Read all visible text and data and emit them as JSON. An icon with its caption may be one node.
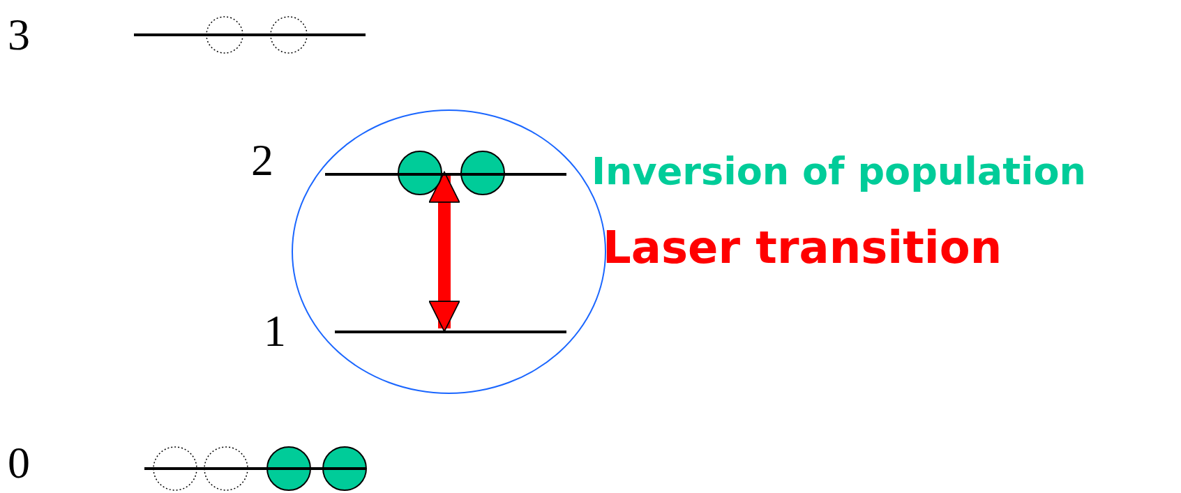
{
  "diagram": {
    "nodes": [
      {
        "text": [],
        "shape": "bar",
        "beside": [
          "3"
        ]
      },
      {
        "text": [],
        "shape": "ellipse"
      },
      {
        "text": [],
        "shape": "bar",
        "beside": [
          "2"
        ],
        "in": 1
      },
      {
        "text": [],
        "shape": "bar",
        "beside": [
          "1"
        ],
        "in": 1
      },
      {
        "text": [],
        "shape": "bar",
        "beside": [
          "0"
        ]
      }
    ],
    "edges": [
      {
        "from": 2,
        "to": 3,
        "arrow": "both",
        "color": "#ff0000"
      }
    ],
    "labels": [
      "Inversion of population",
      "Laser transition"
    ]
  }
}
